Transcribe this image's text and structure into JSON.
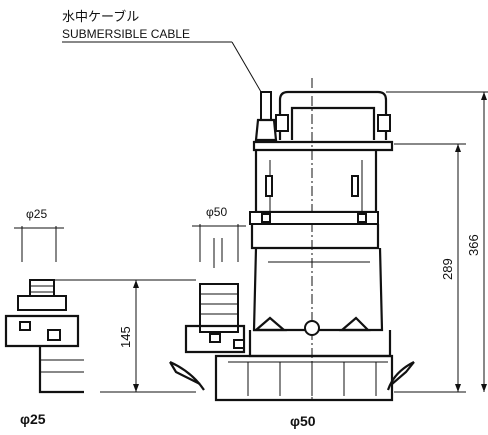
{
  "cable_label_jp": "水中ケーブル",
  "cable_label_en": "SUBMERSIBLE CABLE",
  "small_pipe_dim": "φ25",
  "large_pipe_dim": "φ50",
  "dim_145": "145",
  "dim_289": "289",
  "dim_366": "366",
  "caption_small": "φ25",
  "caption_large": "φ50"
}
